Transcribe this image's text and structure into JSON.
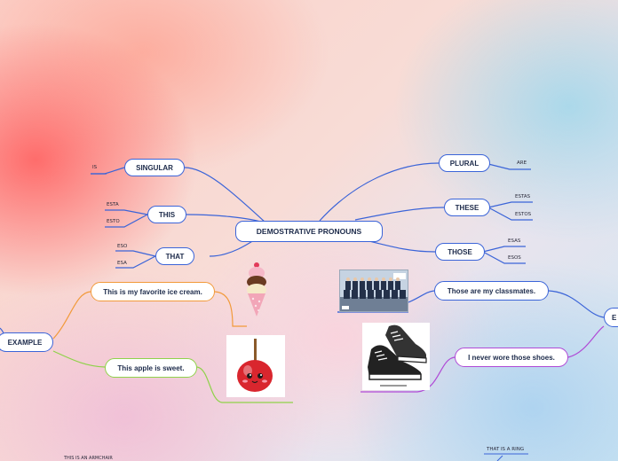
{
  "central": "DEMOSTRATIVE PRONOUNS",
  "left_topics": {
    "singular": "SINGULAR",
    "this": "THIS",
    "that": "THAT"
  },
  "left_leaves": {
    "is": "IS",
    "esta": "ESTA",
    "esto": "ESTO",
    "eso": "ESO",
    "esa": "ESA"
  },
  "right_topics": {
    "plural": "PLURAL",
    "these": "THESE",
    "those": "THOSE"
  },
  "right_leaves": {
    "are": "ARE",
    "estas": "ESTAS",
    "estos": "ESTOS",
    "esas": "ESAS",
    "esos": "ESOS"
  },
  "example_left": {
    "root": "EXAMPLE",
    "sentence1": "This is my favorite ice cream.",
    "sentence2": "This apple is sweet."
  },
  "example_right": {
    "root_partial": "E",
    "sentence1": "Those are my classmates.",
    "sentence2": "I never wore those shoes."
  },
  "bottom": {
    "left_text": "THIS IS AN ARMCHAIR",
    "right_text": "THAT IS A RING"
  },
  "colors": {
    "blue": "#3b64d8",
    "orange": "#f29a3a",
    "green": "#8fd24a",
    "purple": "#b04ad6"
  }
}
